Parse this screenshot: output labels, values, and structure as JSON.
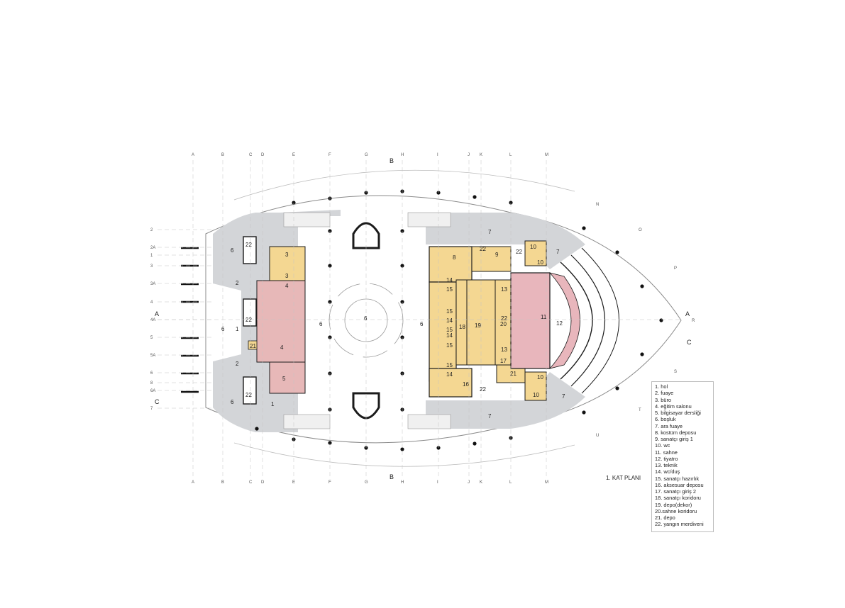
{
  "plan": {
    "title": "1. KAT PLANI",
    "grid_columns": [
      "A",
      "B",
      "C",
      "D",
      "E",
      "F",
      "G",
      "H",
      "I",
      "J",
      "K",
      "L",
      "M"
    ],
    "grid_rows": [
      "2",
      "2A",
      "1",
      "3",
      "3A",
      "4",
      "4A",
      "5",
      "5A",
      "6",
      "8",
      "6A",
      "7"
    ],
    "section_marks": {
      "vertical": "B",
      "horizontal": "A",
      "secondary": "C"
    },
    "radial_labels": [
      "N",
      "O",
      "P",
      "R",
      "S",
      "T",
      "U"
    ],
    "colors": {
      "circulation": "#d3d5d8",
      "service": "#f4d792",
      "classroom": "#e7b8b8",
      "stage": "#e8b6bc",
      "wall": "#1b1b1b",
      "line": "#9a9a9a"
    },
    "rooms": {
      "r1a": "1",
      "r1b": "1",
      "r2a": "2",
      "r2b": "2",
      "r3a": "3",
      "r3b": "3",
      "r4a": "4",
      "r4b": "4",
      "r5": "5",
      "r6a": "6",
      "r6b": "6",
      "r6c": "6",
      "r6d": "6",
      "r6e": "6",
      "r6f": "6",
      "r7a": "7",
      "r7b": "7",
      "r7c": "7",
      "r7d": "7",
      "r8": "8",
      "r9": "9",
      "r10a": "10",
      "r10b": "10",
      "r10c": "10",
      "r10d": "10",
      "r11": "11",
      "r12": "12",
      "r13a": "13",
      "r13b": "13",
      "r14a": "14",
      "r14b": "14",
      "r14c": "14",
      "r14d": "14",
      "r15a": "15",
      "r15b": "15",
      "r15c": "15",
      "r15d": "15",
      "r15e": "15",
      "r16": "16",
      "r17": "17",
      "r18": "18",
      "r19": "19",
      "r20": "20",
      "r21a": "21",
      "r21b": "21",
      "r22a": "22",
      "r22b": "22",
      "r22c": "22",
      "r22d": "22",
      "r22e": "22",
      "r22f": "22",
      "r22g": "22"
    }
  },
  "legend": {
    "items": [
      "1. hol",
      "2. fuaye",
      "3. büro",
      "4. eğitim salonu",
      "5. bilgisayar dersliği",
      "6. boşluk",
      "7. ara fuaye",
      "8. kostüm deposu",
      "9. sanatçı giriş 1",
      "10. wc",
      "11. sahne",
      "12. tiyatro",
      "13. teknik",
      "14. wc/duş",
      "15. sanatçı hazırlık",
      "16. aksesuar deposu",
      "17. sanatçı giriş 2",
      "18. sanatçı koridoru",
      "19. depo(dekor)",
      "20.sahne koridoru",
      "21. depo",
      "22. yangın merdiveni"
    ]
  }
}
